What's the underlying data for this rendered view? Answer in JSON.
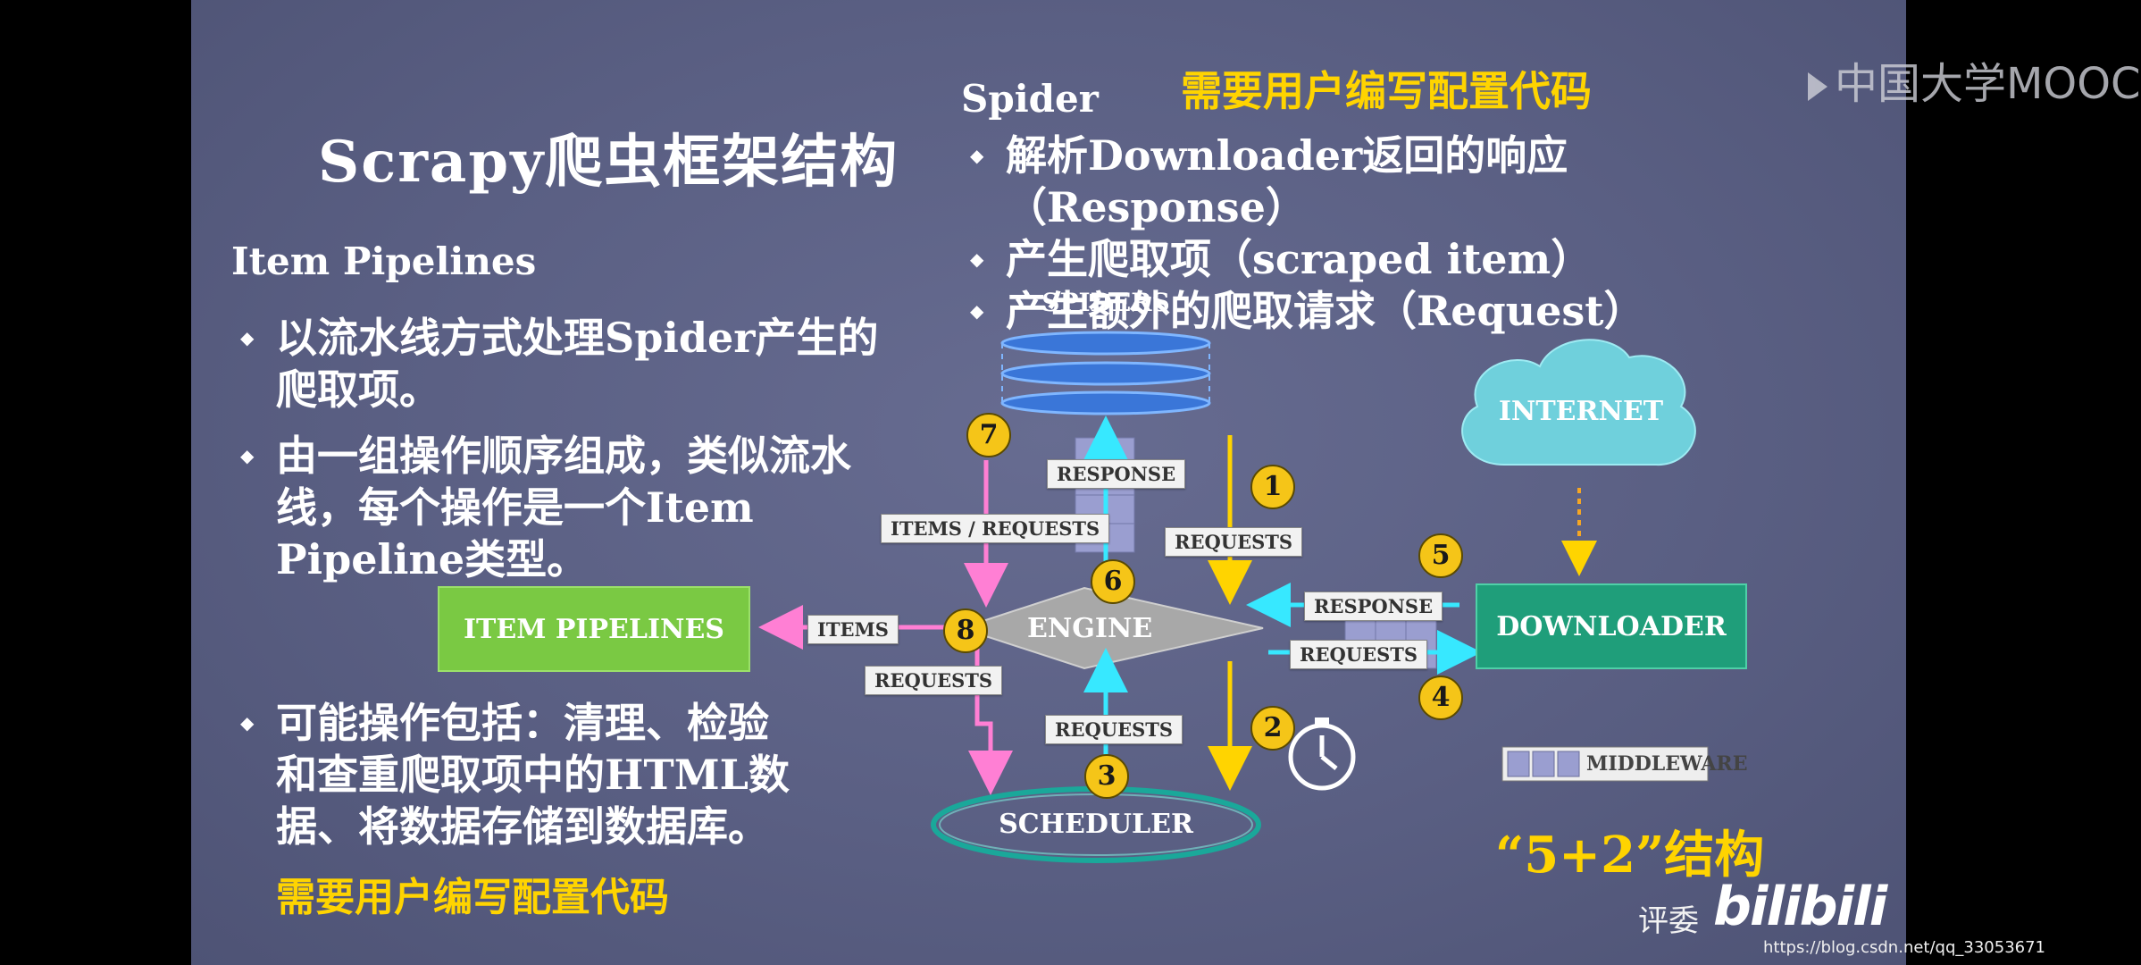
{
  "slide": {
    "title": "Scrapy爬虫框架结构",
    "item_pipelines_section": {
      "heading": "Item Pipelines",
      "bullets": [
        "以流水线方式处理Spider产生的爬取项。",
        "由一组操作顺序组成，类似流水线，每个操作是一个Item Pipeline类型。",
        "可能操作包括：清理、检验和查重爬取项中的HTML数据、将数据存储到数据库。"
      ],
      "note": "需要用户编写配置代码"
    },
    "spider_section": {
      "heading": "Spider",
      "note": "需要用户编写配置代码",
      "bullets": [
        "解析Downloader返回的响应（Response）",
        "产生爬取项（scraped item）",
        "产生额外的爬取请求（Request）"
      ]
    },
    "diagram": {
      "nodes": {
        "spiders": "SPIDERS",
        "engine": "ENGINE",
        "scheduler": "SCHEDULER",
        "downloader": "DOWNLOADER",
        "item_pipelines": "ITEM PIPELINES",
        "internet": "INTERNET"
      },
      "labels": {
        "response_top": "RESPONSE",
        "requests_top": "REQUESTS",
        "items_requests": "ITEMS / REQUESTS",
        "response_right": "RESPONSE",
        "requests_right": "REQUESTS",
        "items": "ITEMS",
        "requests_left": "REQUESTS",
        "requests_bottom": "REQUESTS"
      },
      "steps": [
        "1",
        "2",
        "3",
        "4",
        "5",
        "6",
        "7",
        "8"
      ],
      "middleware_legend": "MIDDLEWARE",
      "structure_label": "“5+2”结构"
    },
    "colors": {
      "background": "#5a5f83",
      "title": "#ffffff",
      "highlight": "#ffd400",
      "pipelines_green": "#7ac943",
      "downloader_green": "#1f9e7a",
      "engine_gray": "#a8a8a8",
      "arrow_yellow": "#ffd400",
      "arrow_pink": "#ff7fd4",
      "arrow_cyan": "#37e8ff"
    }
  },
  "overlay": {
    "mooc_watermark": "中国大学MOOC",
    "bilibili_prefix": "评委",
    "bilibili_logo": "bilibili",
    "url": "https://blog.csdn.net/qq_33053671"
  }
}
